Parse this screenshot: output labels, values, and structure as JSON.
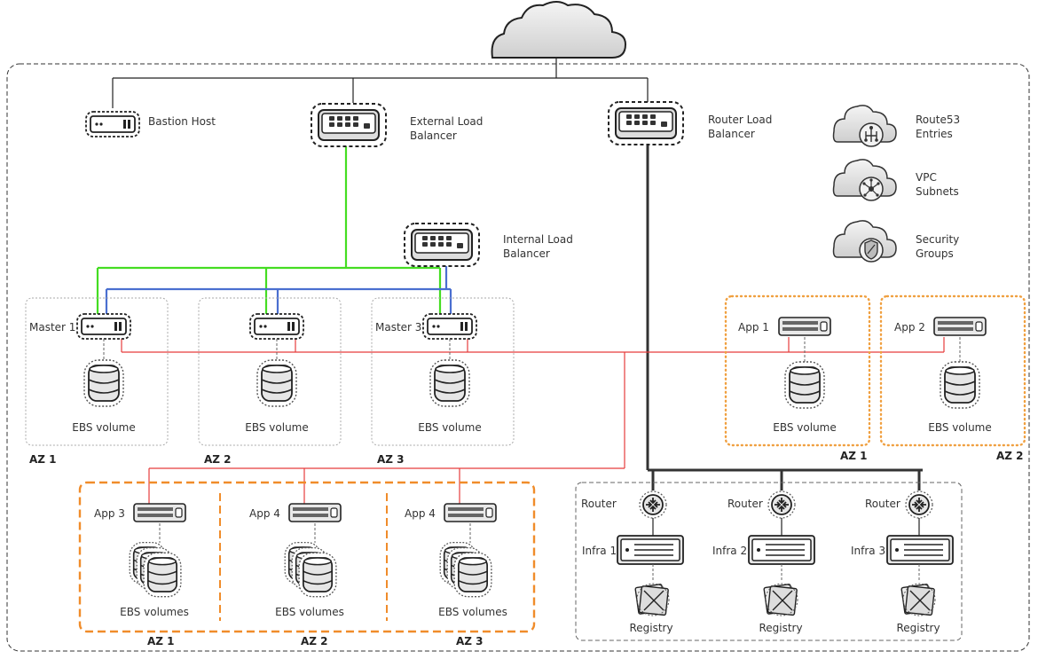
{
  "nodes": {
    "bastion_host": "Bastion Host",
    "external_lb": [
      "External Load",
      "Balancer"
    ],
    "router_lb": [
      "Router Load",
      "Balancer"
    ],
    "internal_lb": [
      "Internal Load",
      "Balancer"
    ],
    "route53": [
      "Route53",
      "Entries"
    ],
    "vpc_subnets": [
      "VPC",
      "Subnets"
    ],
    "security_groups": [
      "Security",
      "Groups"
    ],
    "master1": "Master 1",
    "master3": "Master 3",
    "ebs_volume": "EBS volume",
    "ebs_volumes": "EBS volumes",
    "app1": "App 1",
    "app2": "App  2",
    "app3": "App  3",
    "app4": "App  4",
    "router": "Router",
    "infra1": "Infra 1",
    "infra2": "Infra 2",
    "infra3": "Infra 3",
    "registry": "Registry"
  },
  "zones": {
    "az1": "AZ 1",
    "az2": "AZ 2",
    "az3": "AZ 3"
  },
  "colors": {
    "green_link": "#44dd22",
    "blue_link": "#4a6fd0",
    "red_link": "#e63c3c",
    "router_link": "#333333",
    "orange_zone": "#f0a040",
    "orange_dashed": "#f08c2a"
  }
}
